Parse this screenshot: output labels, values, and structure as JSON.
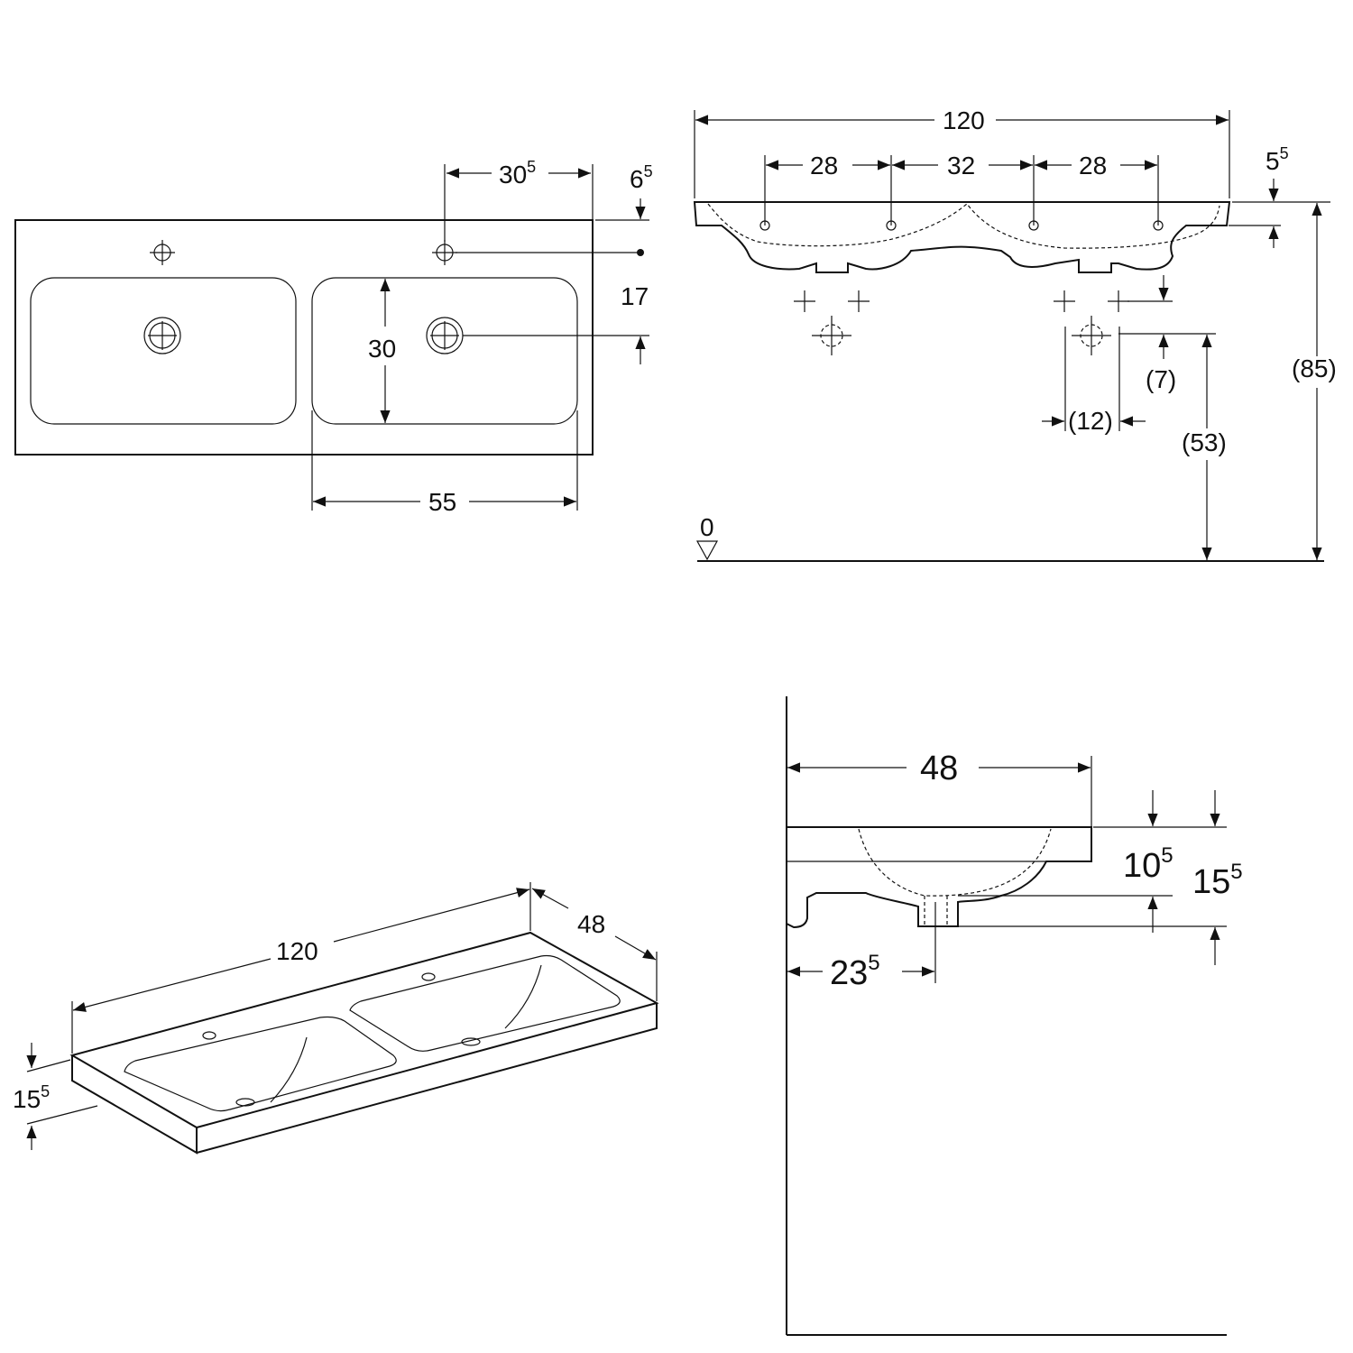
{
  "plan_view": {
    "dim_tap_offset": {
      "main": "30",
      "sup": "5"
    },
    "dim_tap_edge": {
      "main": "6",
      "sup": "5"
    },
    "dim_tap_drain": "17",
    "dim_basin_depth": "30",
    "dim_basin_width": "55"
  },
  "front_view": {
    "dim_total_width": "120",
    "dim_spacing_1": "28",
    "dim_spacing_2": "32",
    "dim_spacing_3": "28",
    "dim_slab": {
      "main": "5",
      "sup": "5"
    },
    "dim_height_total": "(85)",
    "dim_drain_height": "(53)",
    "dim_drain_offset": "(7)",
    "dim_drain_spacing": "(12)",
    "floor_level": "0"
  },
  "iso_view": {
    "dim_width": "120",
    "dim_depth": "48",
    "dim_height": {
      "main": "15",
      "sup": "5"
    }
  },
  "side_view": {
    "dim_depth": "48",
    "dim_rim": {
      "main": "10",
      "sup": "5"
    },
    "dim_total": {
      "main": "15",
      "sup": "5"
    },
    "dim_drain": {
      "main": "23",
      "sup": "5"
    }
  }
}
